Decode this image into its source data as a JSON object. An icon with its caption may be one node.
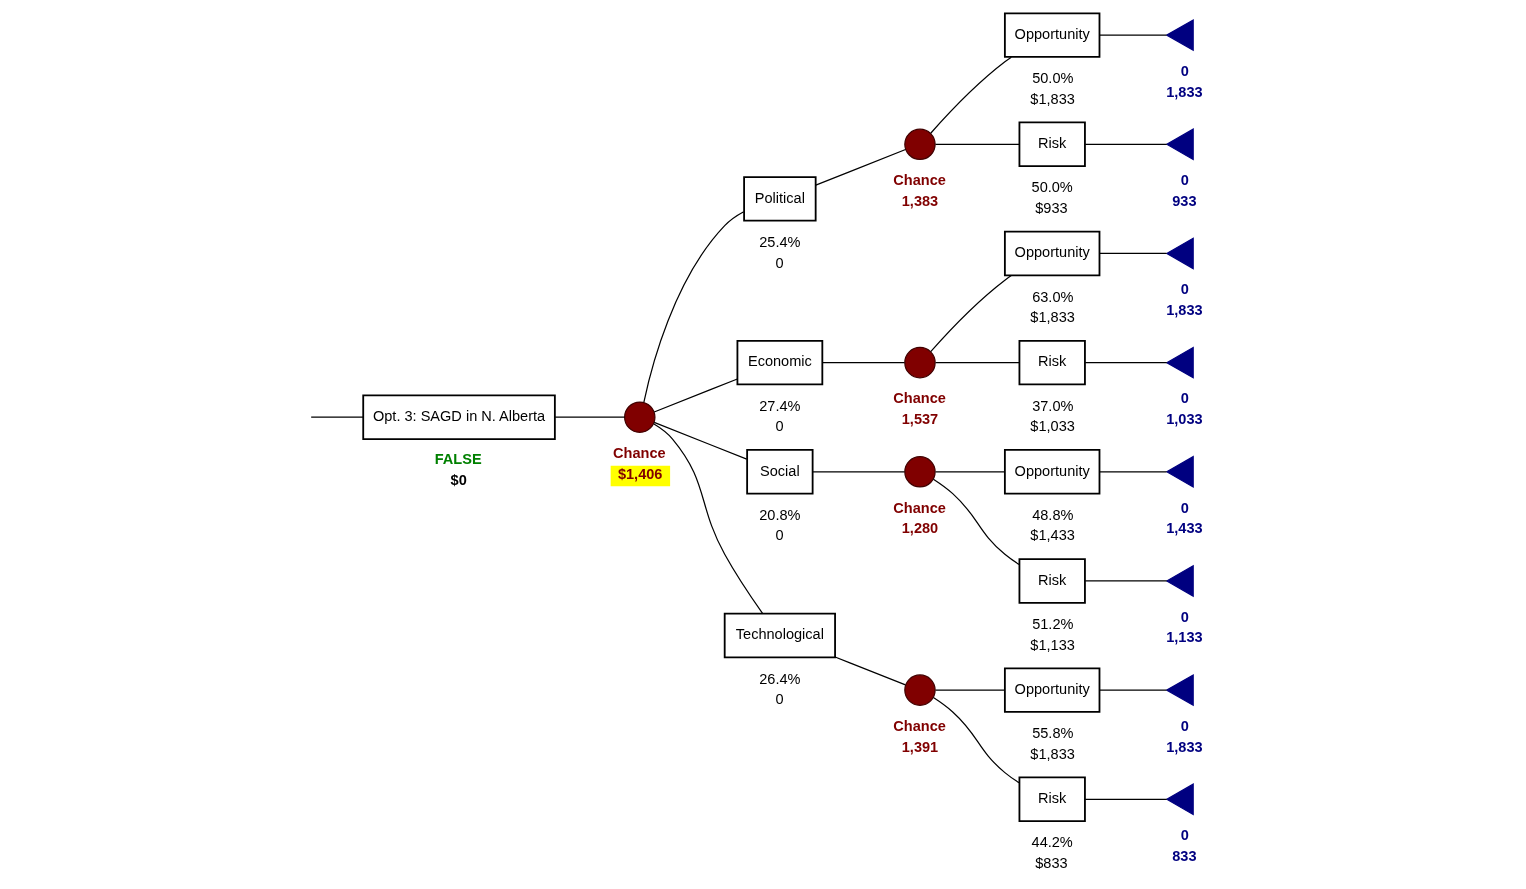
{
  "diagram": {
    "nodes": [
      {
        "text": [
          "Opt. 3: SAGD in N. Alberta"
        ],
        "beside": [
          "FALSE",
          "$0"
        ]
      },
      {
        "text": [],
        "shape": "circle",
        "beside": [
          "Chance",
          "$1,406"
        ]
      },
      {
        "text": [
          "Political"
        ],
        "beside": [
          "25.4%",
          "0"
        ]
      },
      {
        "text": [],
        "shape": "circle",
        "beside": [
          "Chance",
          "1,383"
        ]
      },
      {
        "text": [
          "Opportunity"
        ],
        "beside": [
          "50.0%",
          "$1,833"
        ]
      },
      {
        "text": [],
        "shape": "triangle",
        "beside": [
          "0",
          "1,833"
        ]
      },
      {
        "text": [
          "Risk"
        ],
        "beside": [
          "50.0%",
          "$933"
        ]
      },
      {
        "text": [],
        "shape": "triangle",
        "beside": [
          "0",
          "933"
        ]
      },
      {
        "text": [
          "Economic"
        ],
        "beside": [
          "27.4%",
          "0"
        ]
      },
      {
        "text": [],
        "shape": "circle",
        "beside": [
          "Chance",
          "1,537"
        ]
      },
      {
        "text": [
          "Opportunity"
        ],
        "beside": [
          "63.0%",
          "$1,833"
        ]
      },
      {
        "text": [],
        "shape": "triangle",
        "beside": [
          "0",
          "1,833"
        ]
      },
      {
        "text": [
          "Risk"
        ],
        "beside": [
          "37.0%",
          "$1,033"
        ]
      },
      {
        "text": [],
        "shape": "triangle",
        "beside": [
          "0",
          "1,033"
        ]
      },
      {
        "text": [
          "Social"
        ],
        "beside": [
          "20.8%",
          "0"
        ]
      },
      {
        "text": [],
        "shape": "circle",
        "beside": [
          "Chance",
          "1,280"
        ]
      },
      {
        "text": [
          "Opportunity"
        ],
        "beside": [
          "48.8%",
          "$1,433"
        ]
      },
      {
        "text": [],
        "shape": "triangle",
        "beside": [
          "0",
          "1,433"
        ]
      },
      {
        "text": [
          "Risk"
        ],
        "beside": [
          "51.2%",
          "$1,133"
        ]
      },
      {
        "text": [],
        "shape": "triangle",
        "beside": [
          "0",
          "1,133"
        ]
      },
      {
        "text": [
          "Technological"
        ],
        "beside": [
          "26.4%",
          "0"
        ]
      },
      {
        "text": [],
        "shape": "circle",
        "beside": [
          "Chance",
          "1,391"
        ]
      },
      {
        "text": [
          "Opportunity"
        ],
        "beside": [
          "55.8%",
          "$1,833"
        ]
      },
      {
        "text": [],
        "shape": "triangle",
        "beside": [
          "0",
          "1,833"
        ]
      },
      {
        "text": [
          "Risk"
        ],
        "beside": [
          "44.2%",
          "$833"
        ]
      },
      {
        "text": [],
        "shape": "triangle",
        "beside": [
          "0",
          "833"
        ]
      }
    ],
    "edges": [
      {
        "from": null,
        "to": 0,
        "arrow": "none"
      },
      {
        "from": 0,
        "to": 1,
        "arrow": "none"
      },
      {
        "from": 1,
        "to": 2,
        "arrow": "none"
      },
      {
        "from": 2,
        "to": 3,
        "arrow": "none"
      },
      {
        "from": 3,
        "to": 4,
        "arrow": "none"
      },
      {
        "from": 4,
        "to": 5,
        "arrow": "none"
      },
      {
        "from": 3,
        "to": 6,
        "arrow": "none"
      },
      {
        "from": 6,
        "to": 7,
        "arrow": "none"
      },
      {
        "from": 1,
        "to": 8,
        "arrow": "none"
      },
      {
        "from": 8,
        "to": 9,
        "arrow": "none"
      },
      {
        "from": 9,
        "to": 10,
        "arrow": "none"
      },
      {
        "from": 10,
        "to": 11,
        "arrow": "none"
      },
      {
        "from": 9,
        "to": 12,
        "arrow": "none"
      },
      {
        "from": 12,
        "to": 13,
        "arrow": "none"
      },
      {
        "from": 1,
        "to": 14,
        "arrow": "none"
      },
      {
        "from": 14,
        "to": 15,
        "arrow": "none"
      },
      {
        "from": 15,
        "to": 16,
        "arrow": "none"
      },
      {
        "from": 16,
        "to": 17,
        "arrow": "none"
      },
      {
        "from": 15,
        "to": 18,
        "arrow": "none"
      },
      {
        "from": 18,
        "to": 19,
        "arrow": "none"
      },
      {
        "from": 1,
        "to": 20,
        "arrow": "none"
      },
      {
        "from": 20,
        "to": 21,
        "arrow": "none"
      },
      {
        "from": 21,
        "to": 22,
        "arrow": "none"
      },
      {
        "from": 22,
        "to": 23,
        "arrow": "none"
      },
      {
        "from": 21,
        "to": 24,
        "arrow": "none"
      },
      {
        "from": 24,
        "to": 25,
        "arrow": "none"
      }
    ]
  }
}
